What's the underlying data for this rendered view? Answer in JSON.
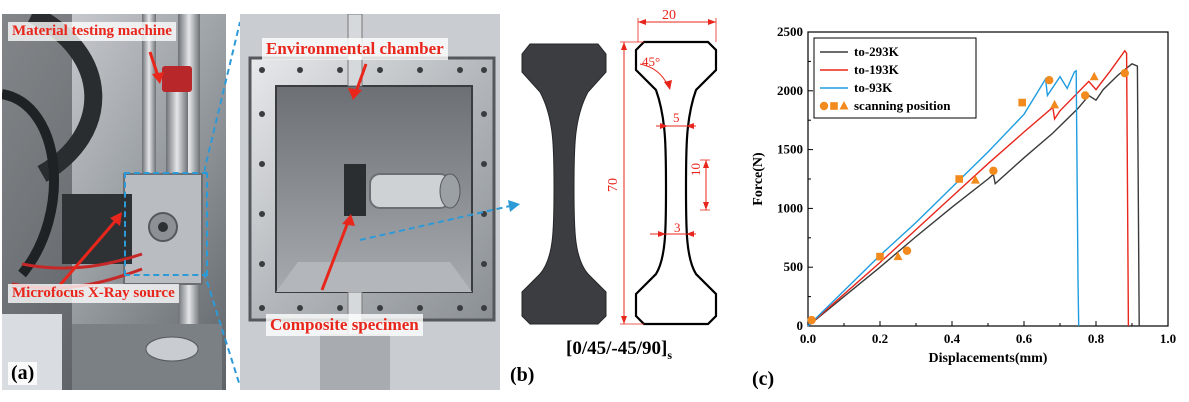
{
  "panels": {
    "a": {
      "letter": "(a)",
      "labels": {
        "machine": "Material testing machine",
        "xray": "Microfocus X-Ray source"
      }
    },
    "chamber": {
      "labels": {
        "chamber": "Environmental chamber",
        "specimen": "Composite specimen"
      }
    },
    "b": {
      "letter": "(b)",
      "layup": "[0/45/-45/90]",
      "layup_sub": "s",
      "dims": {
        "width": "20",
        "angle": "45°",
        "neck": "5",
        "gauge": "10",
        "length": "70",
        "min_width": "3"
      }
    },
    "c": {
      "letter": "(c)"
    }
  },
  "chart_data": {
    "type": "line",
    "xlabel": "Displacements(mm)",
    "ylabel": "Force(N)",
    "xlim": [
      0,
      1.0
    ],
    "ylim": [
      0,
      2500
    ],
    "xticks": [
      "0.0",
      "0.2",
      "0.4",
      "0.6",
      "0.8",
      "1.0"
    ],
    "yticks": [
      "0",
      "500",
      "1000",
      "1500",
      "2000",
      "2500"
    ],
    "legend_position": "top-left",
    "series": [
      {
        "name": "to-293K",
        "color": "#3a3a3a",
        "x": [
          0.0,
          0.1,
          0.2,
          0.3,
          0.4,
          0.5,
          0.515,
          0.52,
          0.6,
          0.68,
          0.75,
          0.78,
          0.8,
          0.82,
          0.86,
          0.9,
          0.915,
          0.92
        ],
        "y": [
          0,
          250,
          500,
          760,
          1010,
          1250,
          1290,
          1210,
          1430,
          1640,
          1850,
          1960,
          1920,
          2010,
          2130,
          2230,
          2210,
          0
        ]
      },
      {
        "name": "to-193K",
        "color": "#e8261c",
        "x": [
          0.0,
          0.1,
          0.2,
          0.3,
          0.4,
          0.5,
          0.6,
          0.68,
          0.685,
          0.7,
          0.78,
          0.8,
          0.84,
          0.88,
          0.885,
          0.89
        ],
        "y": [
          0,
          270,
          540,
          820,
          1100,
          1380,
          1650,
          1860,
          1760,
          1830,
          2080,
          2010,
          2170,
          2340,
          2320,
          0
        ]
      },
      {
        "name": "to-93K",
        "color": "#1f9de0",
        "x": [
          0.0,
          0.1,
          0.2,
          0.3,
          0.4,
          0.5,
          0.6,
          0.66,
          0.665,
          0.7,
          0.72,
          0.74,
          0.745,
          0.75,
          0.752
        ],
        "y": [
          0,
          300,
          600,
          880,
          1180,
          1480,
          1800,
          2100,
          1960,
          2120,
          2020,
          2160,
          2170,
          400,
          0
        ]
      }
    ],
    "markers": {
      "name": "scanning position",
      "color": "#f28a1e",
      "points": [
        {
          "x": 0.01,
          "y": 50,
          "shape": "circle"
        },
        {
          "x": 0.2,
          "y": 590,
          "shape": "square"
        },
        {
          "x": 0.25,
          "y": 590,
          "shape": "triangle"
        },
        {
          "x": 0.275,
          "y": 640,
          "shape": "circle"
        },
        {
          "x": 0.42,
          "y": 1250,
          "shape": "square"
        },
        {
          "x": 0.465,
          "y": 1240,
          "shape": "triangle"
        },
        {
          "x": 0.515,
          "y": 1320,
          "shape": "circle"
        },
        {
          "x": 0.595,
          "y": 1900,
          "shape": "square"
        },
        {
          "x": 0.67,
          "y": 2090,
          "shape": "circle"
        },
        {
          "x": 0.685,
          "y": 1880,
          "shape": "triangle"
        },
        {
          "x": 0.77,
          "y": 1960,
          "shape": "circle"
        },
        {
          "x": 0.795,
          "y": 2120,
          "shape": "triangle"
        },
        {
          "x": 0.88,
          "y": 2150,
          "shape": "circle"
        }
      ]
    }
  }
}
